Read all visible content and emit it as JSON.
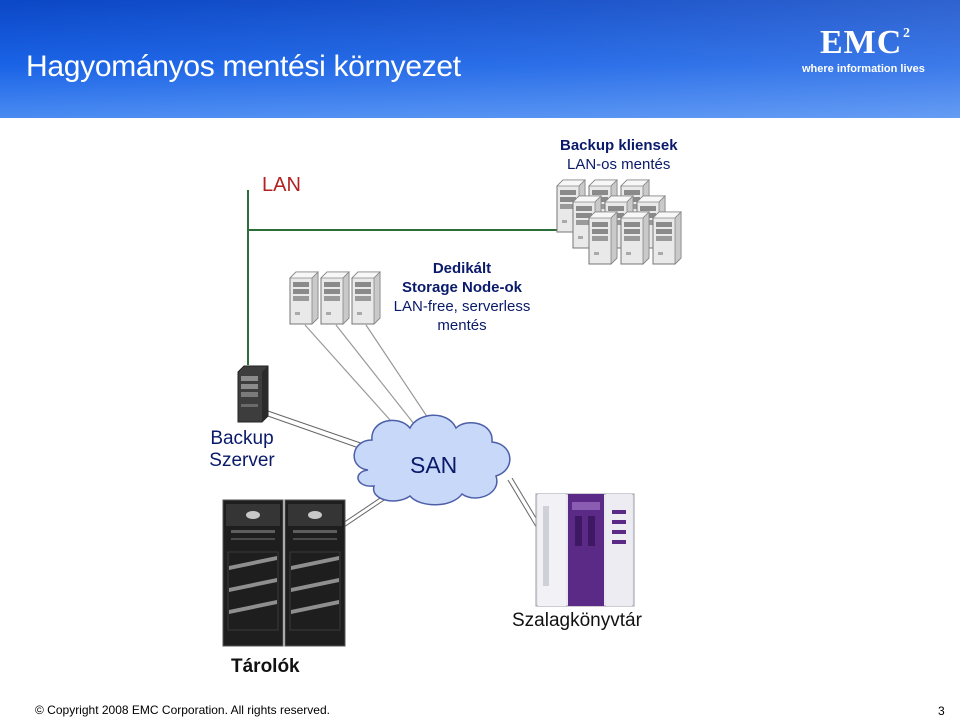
{
  "slide": {
    "title": "Hagyományos mentési környezet",
    "page_number": "3",
    "footer": "© Copyright 2008 EMC Corporation. All rights reserved."
  },
  "logo": {
    "brand": "EMC",
    "superscript": "2",
    "tagline": "where information lives"
  },
  "diagram": {
    "lan_label": "LAN",
    "clients": {
      "title": "Backup kliensek",
      "subtitle": "LAN-os mentés"
    },
    "storage_nodes": {
      "line1": "Dedikált",
      "line2": "Storage Node-ok",
      "line3": "LAN-free, serverless",
      "line4": "mentés"
    },
    "backup_server": {
      "line1": "Backup",
      "line2": "Szerver"
    },
    "san_label": "SAN",
    "tape_library_label": "Szalagkönyvtár",
    "storage_label": "Tárolók"
  },
  "colors": {
    "header_blue": "#1a56db",
    "lan_red": "#b22222",
    "label_navy": "#0a1a6a",
    "cloud_fill": "#c8d8f8",
    "tape_purple": "#5b2a86"
  }
}
